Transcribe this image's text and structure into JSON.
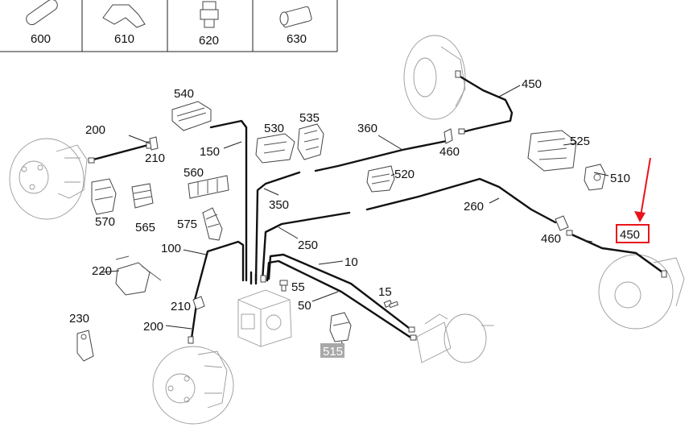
{
  "legend_table": {
    "cells": [
      "600",
      "610",
      "620",
      "630"
    ]
  },
  "labels": {
    "p450_top": "450",
    "p540": "540",
    "p535": "535",
    "p530": "530",
    "p360": "360",
    "p200_left": "200",
    "p210_left": "210",
    "p150": "150",
    "p460_top": "460",
    "p525": "525",
    "p510": "510",
    "p520": "520",
    "p560": "560",
    "p570": "570",
    "p565": "565",
    "p350": "350",
    "p260": "260",
    "p575": "575",
    "p250": "250",
    "p460_right": "460",
    "p450_right": "450",
    "p100": "100",
    "p10": "10",
    "p220": "220",
    "p55": "55",
    "p15": "15",
    "p50": "50",
    "p210_lower": "210",
    "p230": "230",
    "p200_lower": "200",
    "p515": "515"
  },
  "colors": {
    "highlight": "#e8141c",
    "badge": "#a8a8a8"
  }
}
